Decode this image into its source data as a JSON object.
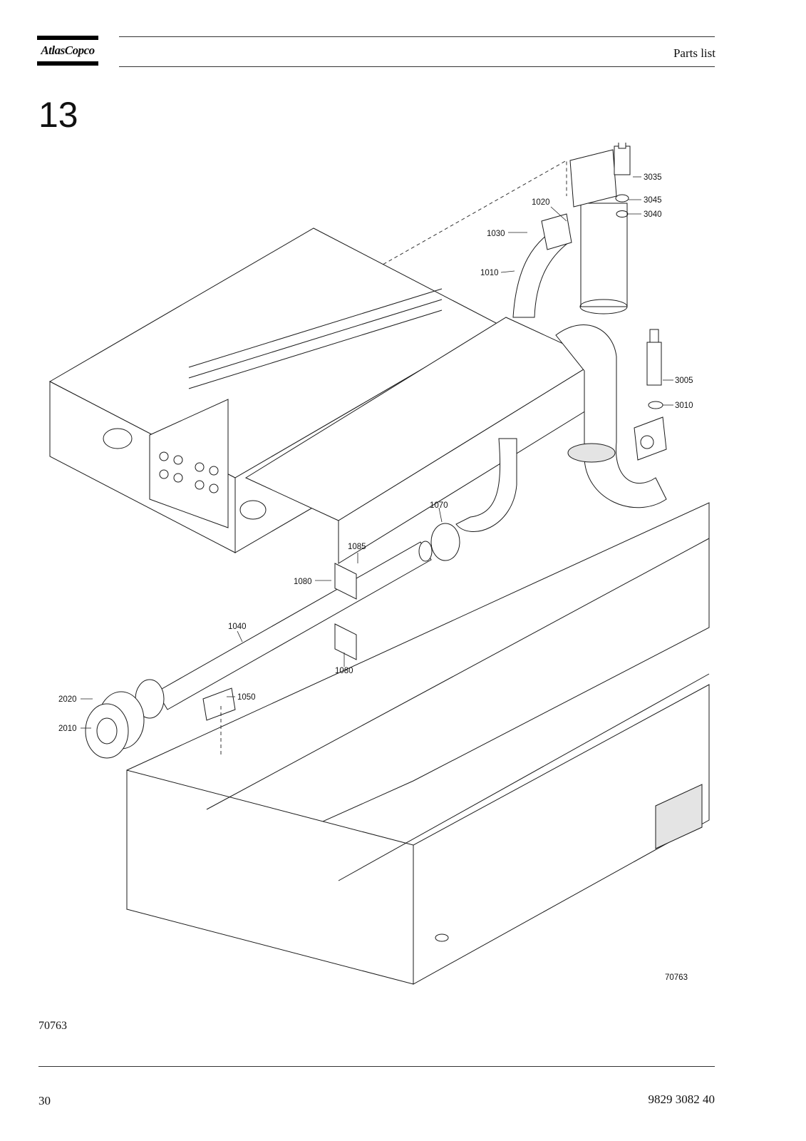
{
  "header": {
    "brand": "AtlasCopco",
    "title": "Parts list"
  },
  "section": {
    "number": "13"
  },
  "figure": {
    "drawing_code": "70763",
    "caption_code": "70763",
    "callouts": [
      "3035",
      "3045",
      "3040",
      "1020",
      "1030",
      "1010",
      "3005",
      "3010",
      "1070",
      "1085",
      "1080",
      "1040",
      "1080",
      "2020",
      "1050",
      "2010"
    ]
  },
  "footer": {
    "page_number": "30",
    "document_number": "9829 3082 40"
  }
}
